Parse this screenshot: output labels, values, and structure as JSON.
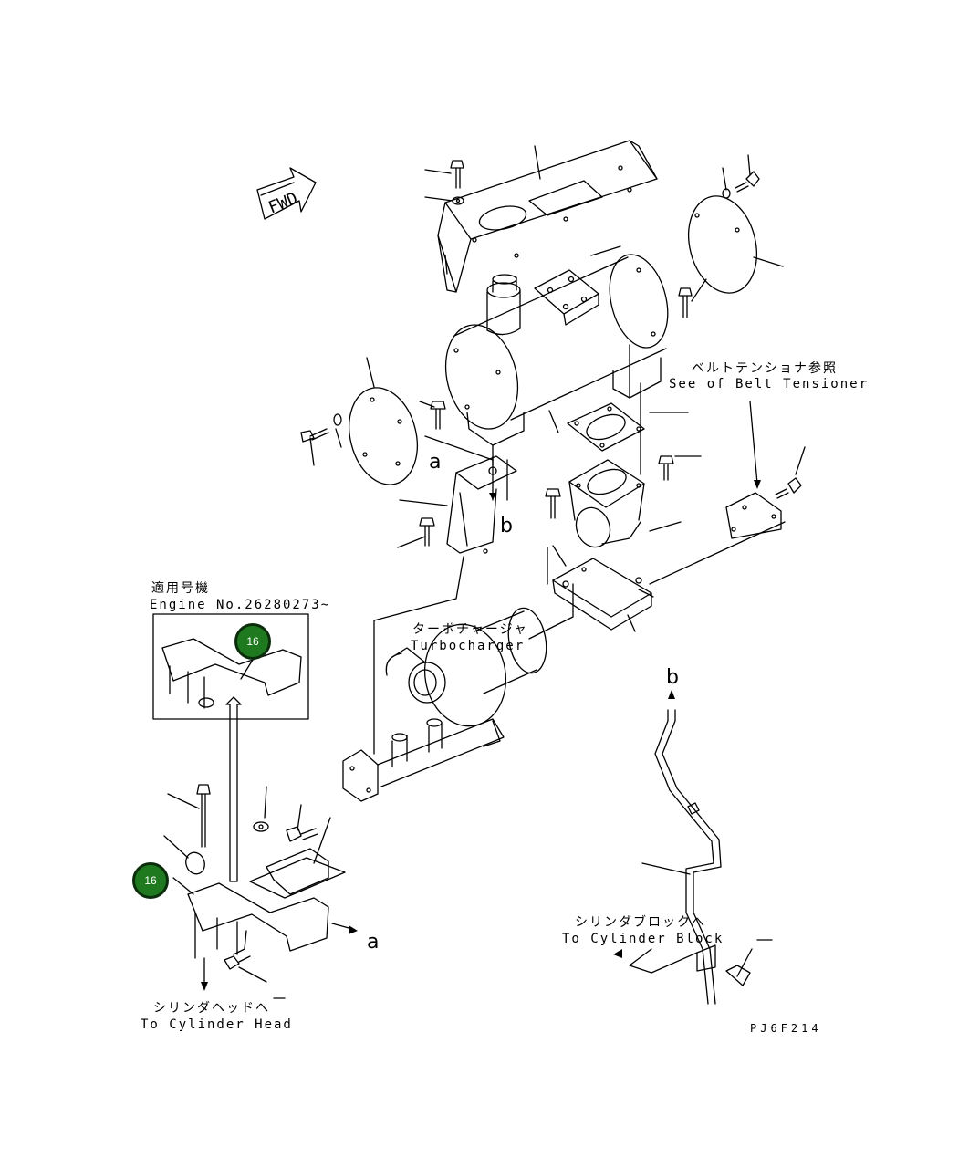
{
  "fwd_label": "FWD",
  "labels": {
    "belt_tensioner_jp": "ベルトテンショナ参照",
    "belt_tensioner_en": "See of Belt Tensioner",
    "applicable_jp": "適用号機",
    "engine_no": "Engine No.26280273~",
    "turbo_jp": "ターボチャージャ",
    "turbo_en": "Turbocharger",
    "cyl_block_jp": "シリンダブロックへ",
    "cyl_block_en": "To Cylinder Block",
    "cyl_head_jp": "シリンダヘッドへ",
    "cyl_head_en": "To Cylinder Head",
    "drawing_code": "PJ6F214"
  },
  "callouts": {
    "a": "a",
    "b": "b"
  },
  "badges": [
    "16",
    "16"
  ],
  "colors": {
    "badge_fill": "#1f7a1f",
    "line": "#000000"
  }
}
